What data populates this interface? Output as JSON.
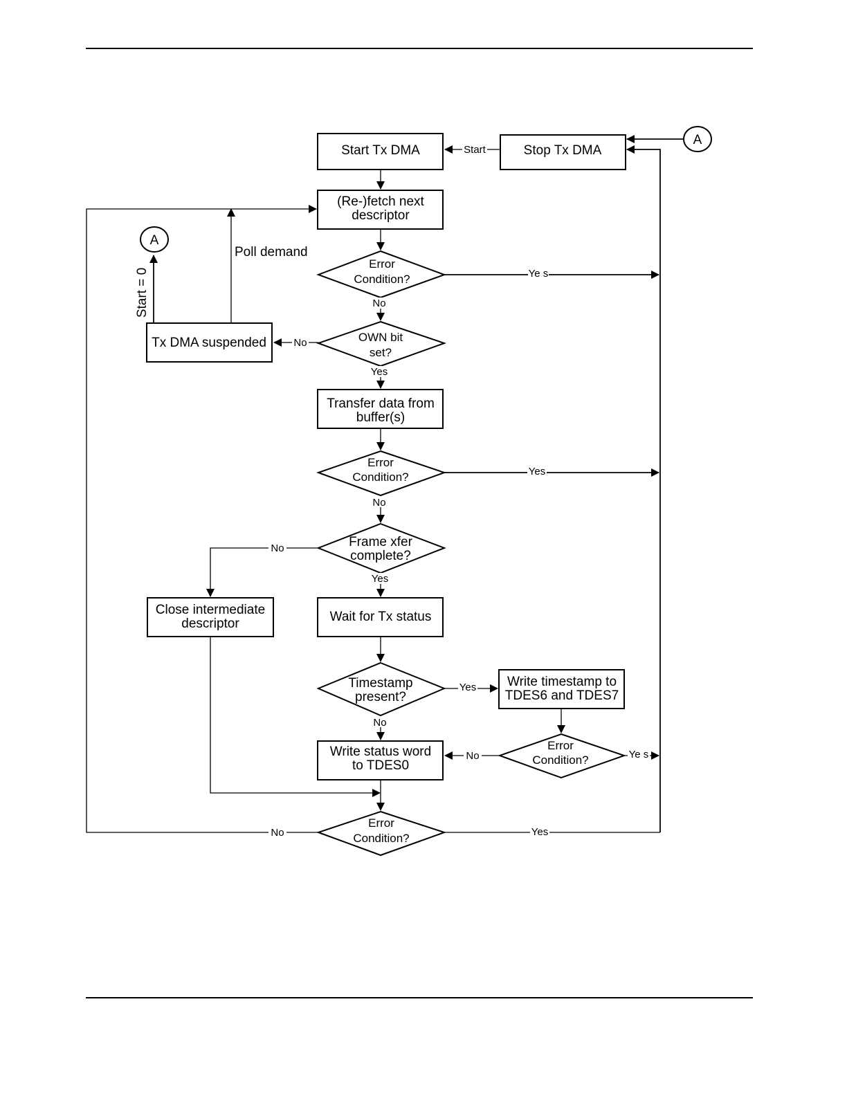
{
  "nodes": {
    "start_tx_dma": "Start Tx DMA",
    "stop_tx_dma": "Stop Tx DMA",
    "fetch_line1": "(Re-)fetch next",
    "fetch_line2": "descriptor",
    "err1_line1": "Error",
    "err1_line2": "Condition?",
    "own_line1": "OWN bit",
    "own_line2": "set?",
    "suspended": "Tx DMA suspended",
    "transfer_line1": "Transfer data from",
    "transfer_line2": "buffer(s)",
    "err2_line1": "Error",
    "err2_line2": "Condition?",
    "frame_line1": "Frame xfer",
    "frame_line2": "complete?",
    "close_line1": "Close intermediate",
    "close_line2": "descriptor",
    "wait": "Wait for Tx status",
    "ts_line1": "Timestamp",
    "ts_line2": "present?",
    "wts_line1": "Write timestamp to",
    "wts_line2": "TDES6 and TDES7",
    "err3_line1": "Error",
    "err3_line2": "Condition?",
    "wsw_line1": "Write status word",
    "wsw_line2": "to TDES0",
    "err4_line1": "Error",
    "err4_line2": "Condition?",
    "connector_a_top": "A",
    "connector_a_left": "A"
  },
  "labels": {
    "start": "Start",
    "yes_err1": "Ye s",
    "no_err1": "No",
    "no_own": "No",
    "yes_own": "Yes",
    "yes_err2": "Yes",
    "no_err2": "No",
    "no_frame": "No",
    "yes_frame": "Yes",
    "yes_ts": "Yes",
    "no_ts": "No",
    "no_err3": "No",
    "yes_err3": "Ye s",
    "no_err4": "No",
    "yes_err4": "Yes",
    "poll_demand": "Poll demand",
    "start_eq_0": "Start = 0"
  }
}
